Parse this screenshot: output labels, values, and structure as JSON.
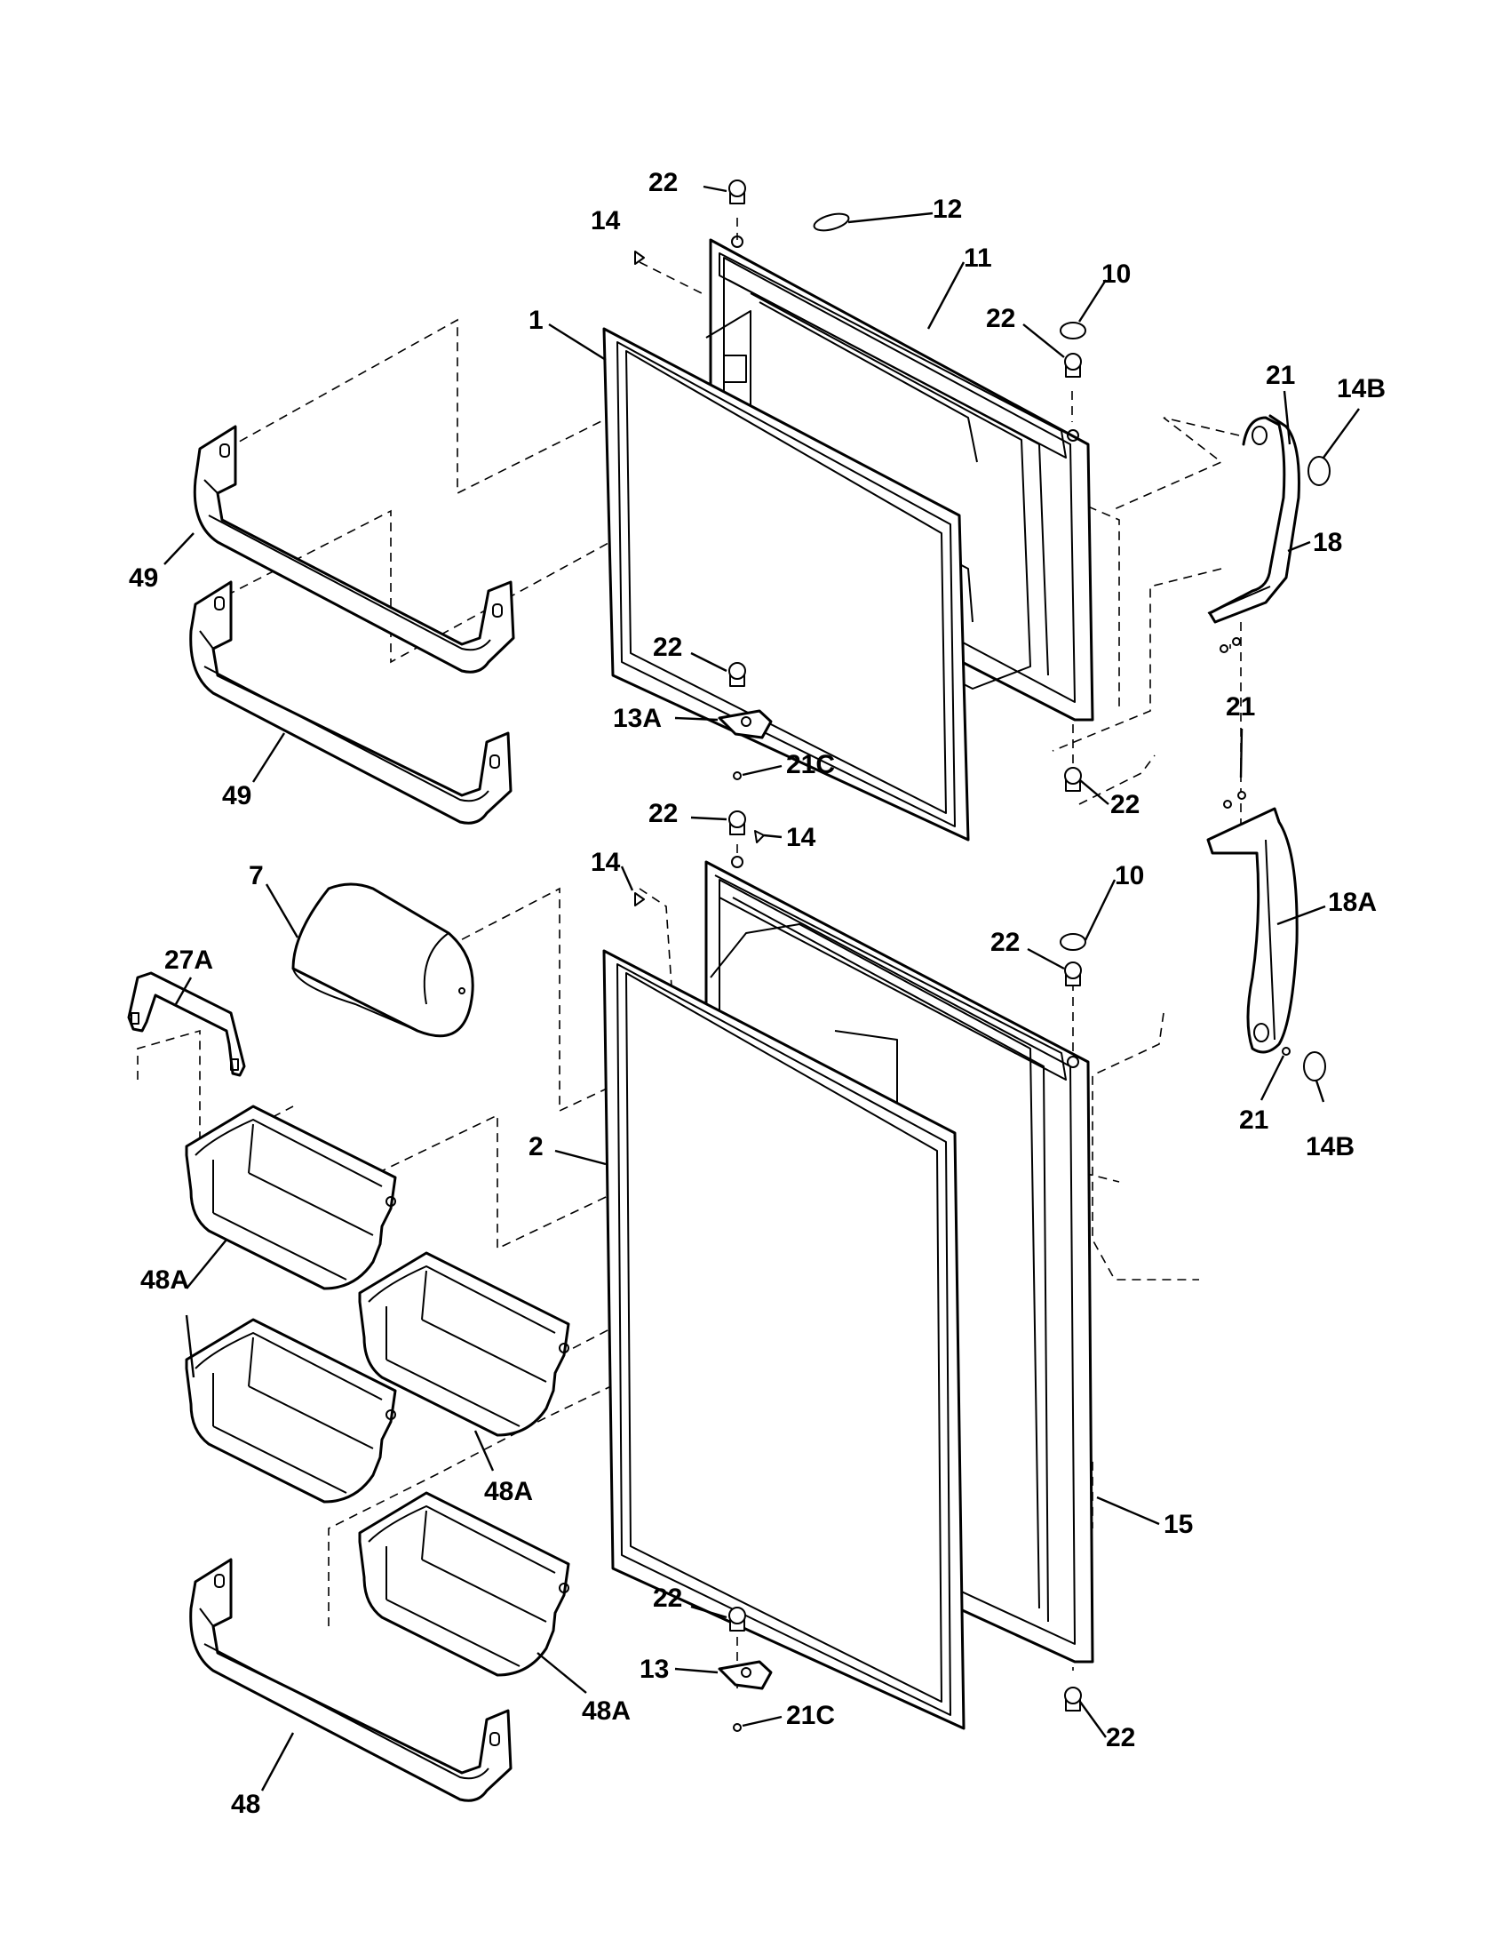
{
  "callouts": [
    {
      "id": "c22-top",
      "label": "22"
    },
    {
      "id": "c12",
      "label": "12"
    },
    {
      "id": "c14-top",
      "label": "14"
    },
    {
      "id": "c11",
      "label": "11"
    },
    {
      "id": "c10-top",
      "label": "10"
    },
    {
      "id": "c22-top-right",
      "label": "22"
    },
    {
      "id": "c1",
      "label": "1"
    },
    {
      "id": "c21-top",
      "label": "21"
    },
    {
      "id": "c14b-top",
      "label": "14B"
    },
    {
      "id": "c49-top",
      "label": "49"
    },
    {
      "id": "c18",
      "label": "18"
    },
    {
      "id": "c22-mid",
      "label": "22"
    },
    {
      "id": "c13a",
      "label": "13A"
    },
    {
      "id": "c21c-top",
      "label": "21C"
    },
    {
      "id": "c49-bottom",
      "label": "49"
    },
    {
      "id": "c21-mid",
      "label": "21"
    },
    {
      "id": "c22-bot-freezer",
      "label": "22"
    },
    {
      "id": "c22-fresh-top",
      "label": "22"
    },
    {
      "id": "c14-fresh-top",
      "label": "14"
    },
    {
      "id": "c14-fresh-left",
      "label": "14"
    },
    {
      "id": "c7",
      "label": "7"
    },
    {
      "id": "c10-fresh",
      "label": "10"
    },
    {
      "id": "c18a",
      "label": "18A"
    },
    {
      "id": "c27a",
      "label": "27A"
    },
    {
      "id": "c22-fresh-right",
      "label": "22"
    },
    {
      "id": "c2",
      "label": "2"
    },
    {
      "id": "c21-bottom",
      "label": "21"
    },
    {
      "id": "c14b-bottom",
      "label": "14B"
    },
    {
      "id": "c48a-left",
      "label": "48A"
    },
    {
      "id": "c48a-mid",
      "label": "48A"
    },
    {
      "id": "c15",
      "label": "15"
    },
    {
      "id": "c22-fresh-low",
      "label": "22"
    },
    {
      "id": "c13",
      "label": "13"
    },
    {
      "id": "c48a-bottom",
      "label": "48A"
    },
    {
      "id": "c21c-bottom",
      "label": "21C"
    },
    {
      "id": "c22-fresh-bottom",
      "label": "22"
    },
    {
      "id": "c48",
      "label": "48"
    }
  ]
}
